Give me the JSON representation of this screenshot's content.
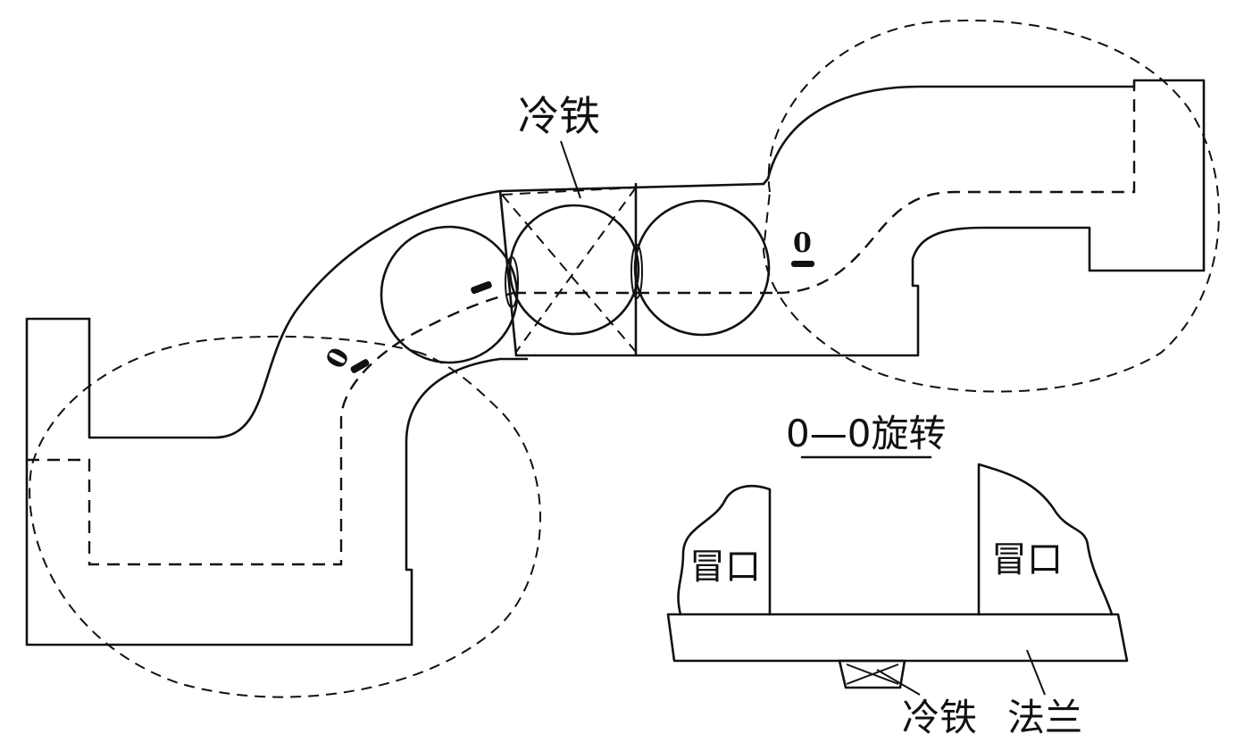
{
  "labels": {
    "chill_top": "冷铁",
    "section_mark_right": "0",
    "section_mark_left": "0",
    "section_title": "0—0旋转",
    "riser_left": "冒口",
    "riser_right": "冒口",
    "chill_bottom": "冷铁",
    "flange": "法兰"
  }
}
